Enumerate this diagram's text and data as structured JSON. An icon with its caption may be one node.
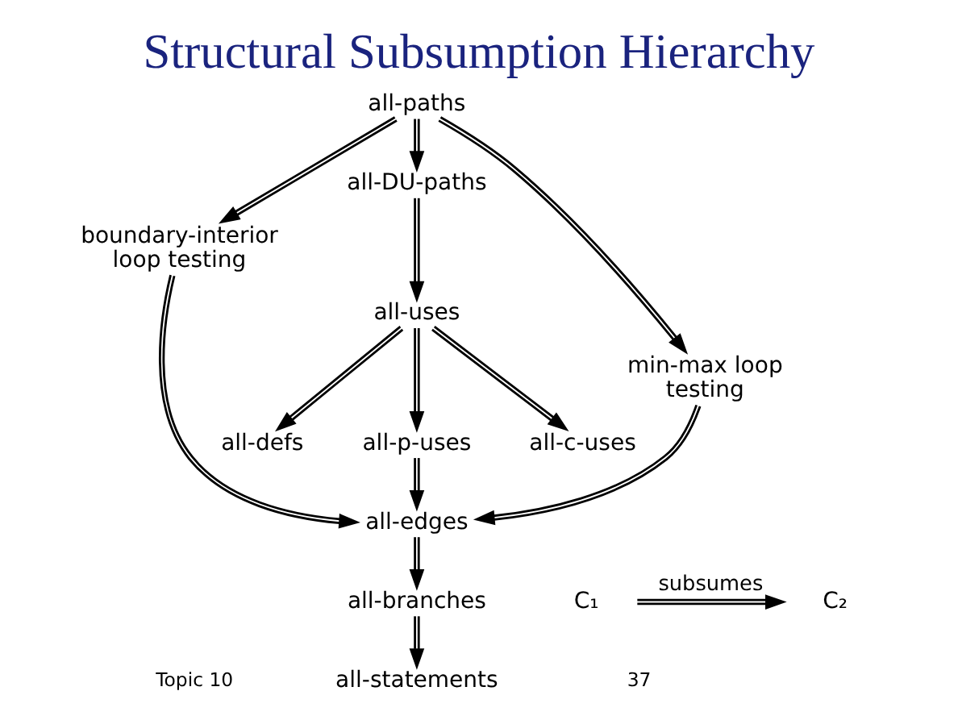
{
  "diagram": {
    "title": "Structural Subsumption Hierarchy",
    "nodes": [
      {
        "text": [
          "all-paths"
        ]
      },
      {
        "text": [
          "boundary-interior loop testing"
        ]
      },
      {
        "text": [
          "all-DU-paths"
        ]
      },
      {
        "text": [
          "min-max loop testing"
        ]
      },
      {
        "text": [
          "all-uses"
        ]
      },
      {
        "text": [
          "all-defs"
        ]
      },
      {
        "text": [
          "all-p-uses"
        ]
      },
      {
        "text": [
          "all-c-uses"
        ]
      },
      {
        "text": [
          "all-edges"
        ]
      },
      {
        "text": [
          "all-branches"
        ]
      },
      {
        "text": [
          "all-statements"
        ]
      },
      {
        "text": [
          "C₁"
        ]
      },
      {
        "text": [
          "C₂"
        ]
      }
    ],
    "edges": [
      {
        "from": 0,
        "to": 1,
        "arrow": "to"
      },
      {
        "from": 0,
        "to": 2,
        "arrow": "to"
      },
      {
        "from": 0,
        "to": 3,
        "arrow": "to"
      },
      {
        "from": 2,
        "to": 4,
        "arrow": "to"
      },
      {
        "from": 4,
        "to": 5,
        "arrow": "to"
      },
      {
        "from": 4,
        "to": 6,
        "arrow": "to"
      },
      {
        "from": 4,
        "to": 7,
        "arrow": "to"
      },
      {
        "from": 1,
        "to": 8,
        "arrow": "to"
      },
      {
        "from": 6,
        "to": 8,
        "arrow": "to"
      },
      {
        "from": 3,
        "to": 8,
        "arrow": "to"
      },
      {
        "from": 8,
        "to": 9,
        "arrow": "to"
      },
      {
        "from": 9,
        "to": 10,
        "arrow": "to"
      },
      {
        "from": 11,
        "to": 12,
        "label": "subsumes",
        "arrow": "to"
      }
    ],
    "labels": [
      "Topic 10",
      "37"
    ]
  }
}
